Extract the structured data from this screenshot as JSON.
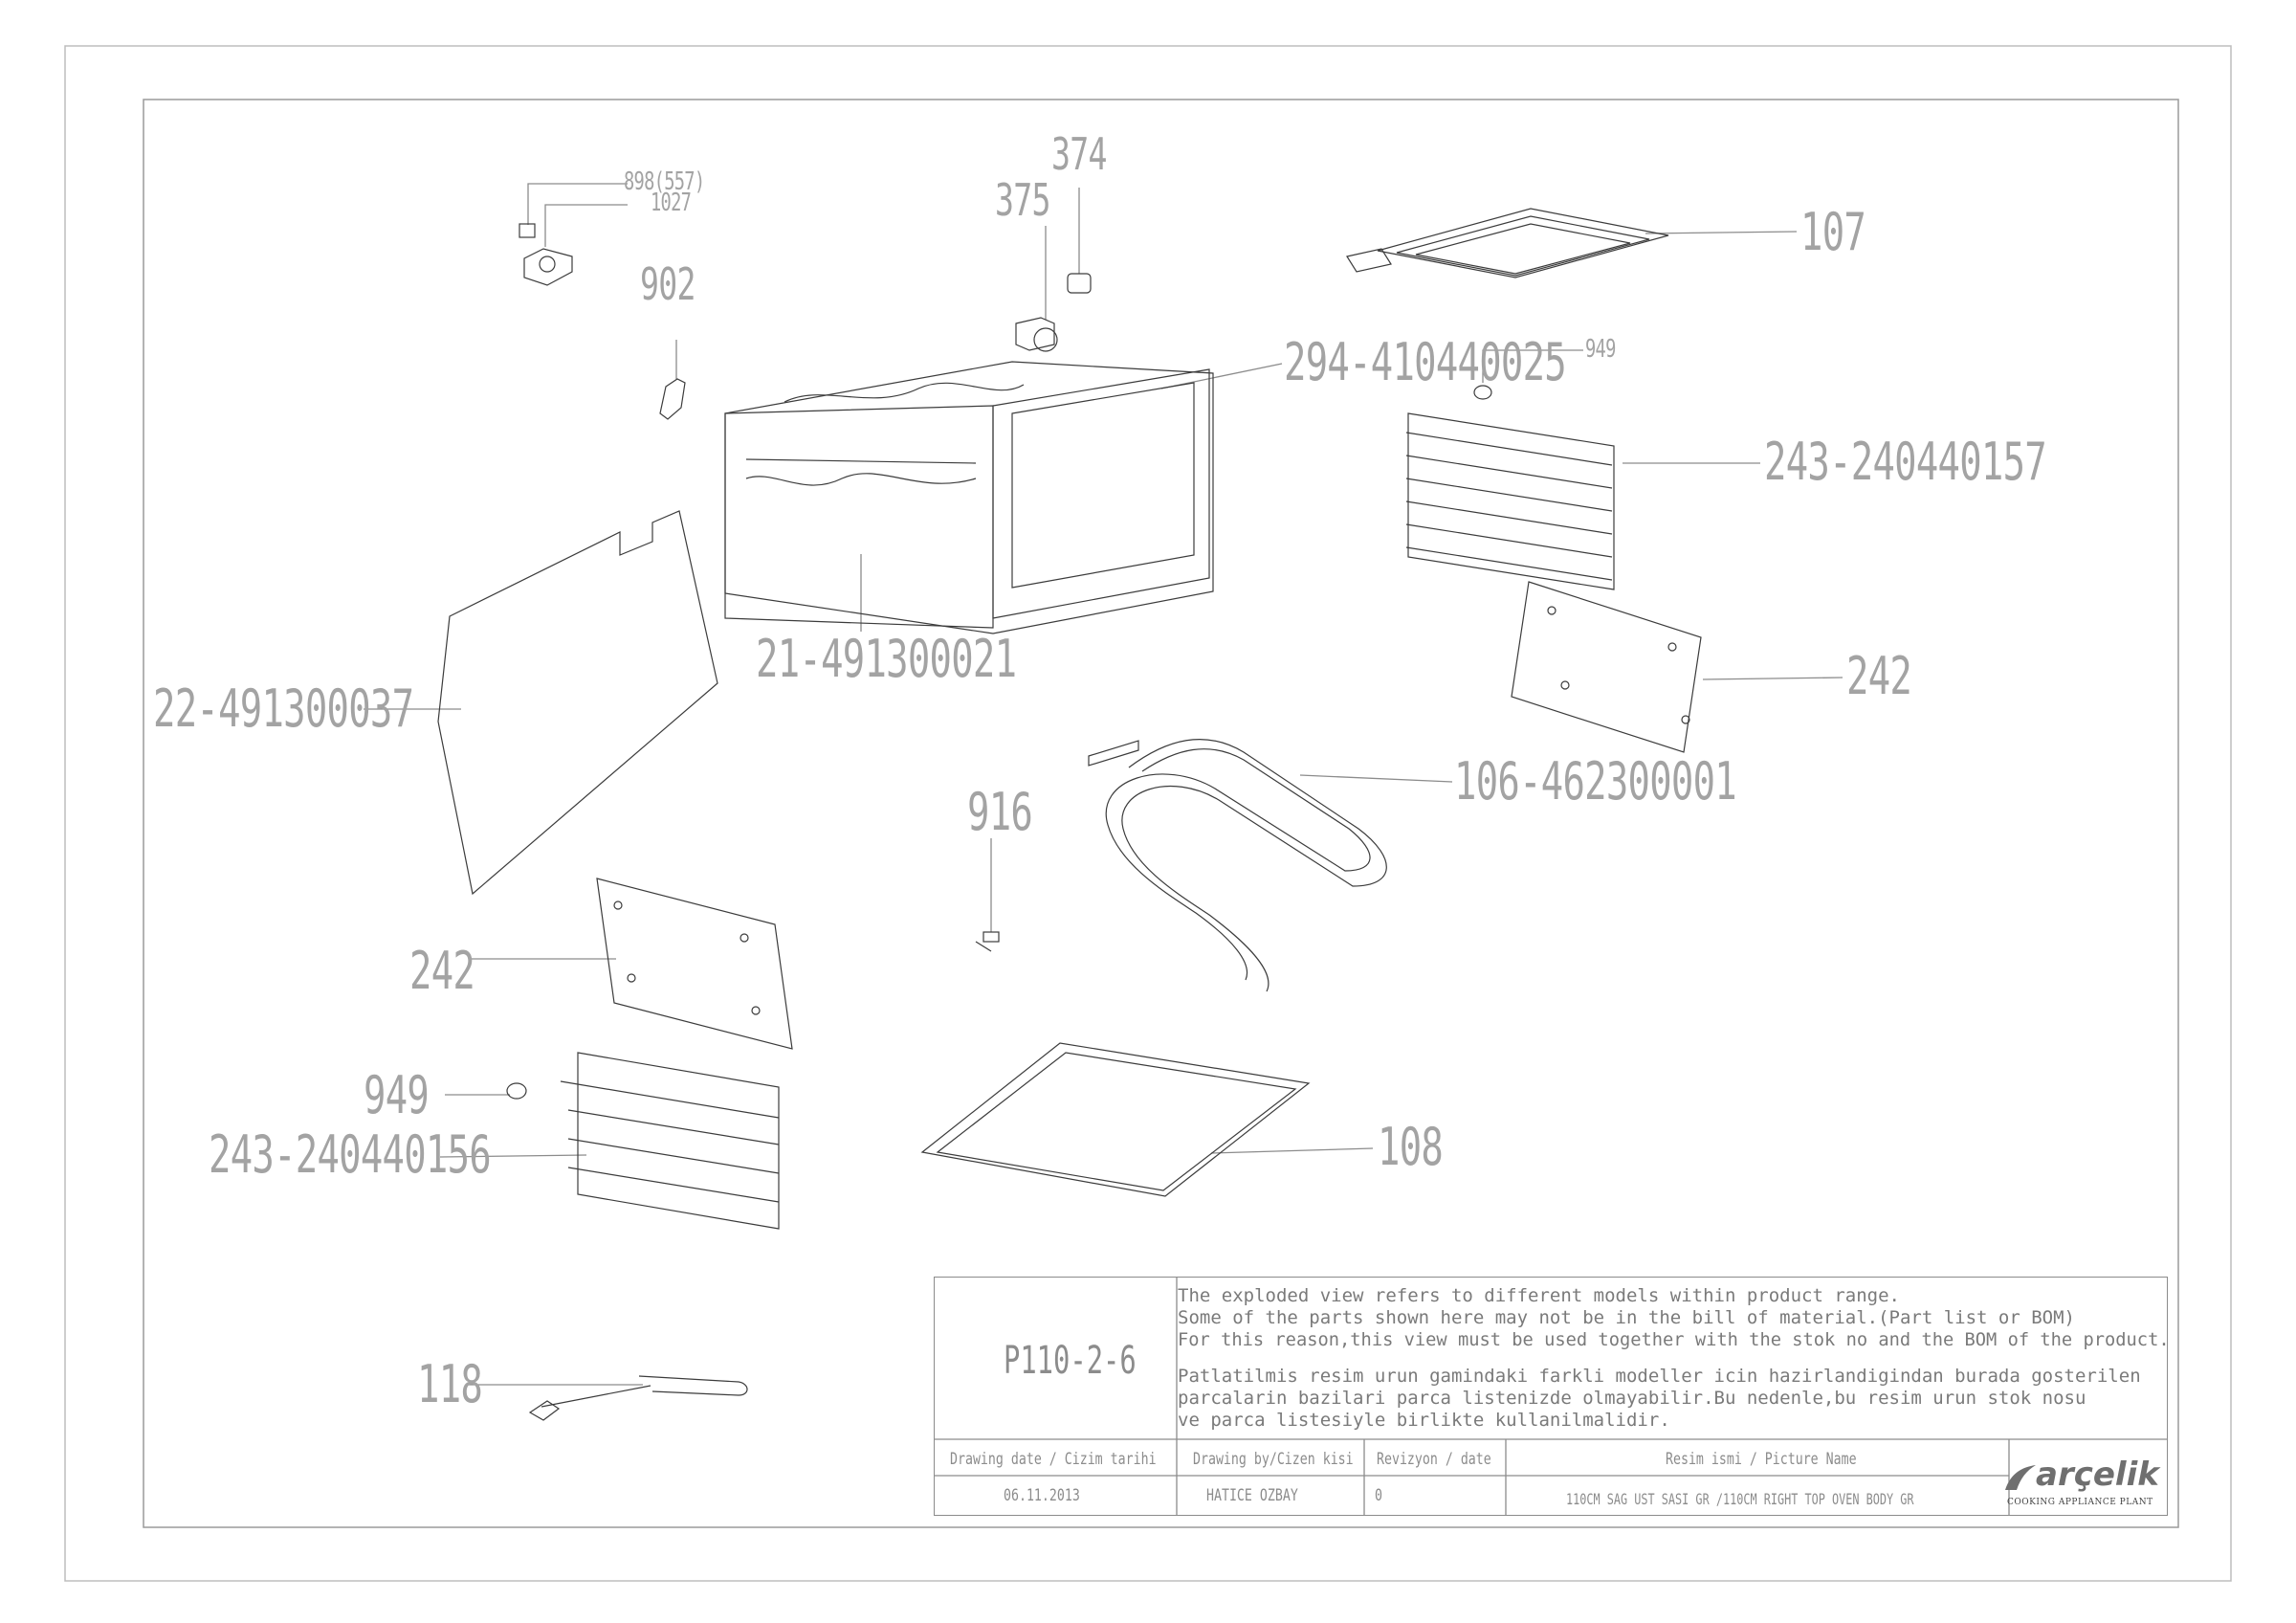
{
  "callouts": {
    "c898": "898(557)",
    "c1027": "1027",
    "c374": "374",
    "c375": "375",
    "c902": "902",
    "c107": "107",
    "c294": "294-410440025",
    "c949a": "949",
    "c243b": "243-240440157",
    "c22": "22-491300037",
    "c21": "21-491300021",
    "c242a": "242",
    "c106": "106-462300001",
    "c916": "916",
    "c242b": "242",
    "c949b": "949",
    "c243a": "243-240440156",
    "c108": "108",
    "c118": "118"
  },
  "title_block": {
    "drawing_no": "P110-2-6",
    "note_en": [
      "The exploded view refers to different models within product range.",
      "Some of the parts shown here may not be in the bill of material.(Part list or BOM)",
      "For this reason,this view must be used together with the stok no and the BOM of the product."
    ],
    "note_tr": [
      "Patlatilmis resim urun gamindaki farkli modeller icin hazirlandigindan burada gosterilen",
      "parcalarin bazilari parca listenizde olmayabilir.Bu nedenle,bu resim urun stok nosu",
      "ve parca listesiyle birlikte kullanilmalidir."
    ],
    "headers": {
      "date": "Drawing date / Cizim tarihi",
      "by": "Drawing by/Cizen kisi",
      "rev": "Revizyon / date",
      "name": "Resim ismi / Picture Name"
    },
    "values": {
      "date": "06.11.2013",
      "by": "HATICE OZBAY",
      "rev": "0",
      "name": "110CM SAG UST SASI GR /110CM RIGHT TOP OVEN BODY GR"
    }
  },
  "logo": {
    "word": "arçelik",
    "tagline": "COOKING APPLIANCE PLANT",
    "color": "#6f6f6f"
  },
  "colors": {
    "line": "#8c8c8c",
    "callout_text": "#a3a3a3",
    "part_stroke": "#3c3c3c"
  }
}
